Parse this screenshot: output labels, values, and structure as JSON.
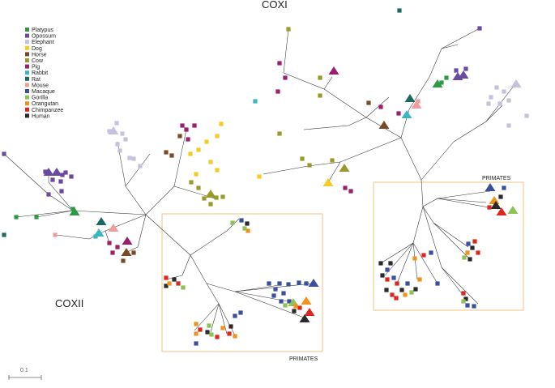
{
  "titles": {
    "left": "COXII",
    "right": "COXI"
  },
  "boxes": {
    "left_label": "PRIMATES",
    "right_label": "PRIMATES"
  },
  "scale": {
    "label": "0.1"
  },
  "legend": [
    {
      "name": "Platypus",
      "color": "#2e9a44"
    },
    {
      "name": "Opossum",
      "color": "#6a4aa0"
    },
    {
      "name": "Elephant",
      "color": "#c7c1e0"
    },
    {
      "name": "Dog",
      "color": "#f4cc25"
    },
    {
      "name": "Horse",
      "color": "#7a4a26"
    },
    {
      "name": "Cow",
      "color": "#9a9a2a"
    },
    {
      "name": "Pig",
      "color": "#9c1f6e"
    },
    {
      "name": "Rabbit",
      "color": "#3ab7c2"
    },
    {
      "name": "Rat",
      "color": "#1a6a63"
    },
    {
      "name": "Mouse",
      "color": "#ee9c9c"
    },
    {
      "name": "Macaque",
      "color": "#3a4fa0"
    },
    {
      "name": "Gorilla",
      "color": "#8cc256"
    },
    {
      "name": "Orangutan",
      "color": "#f0921c"
    },
    {
      "name": "Chimpanzee",
      "color": "#e0261c"
    },
    {
      "name": "Human",
      "color": "#2a2a2a"
    }
  ]
}
